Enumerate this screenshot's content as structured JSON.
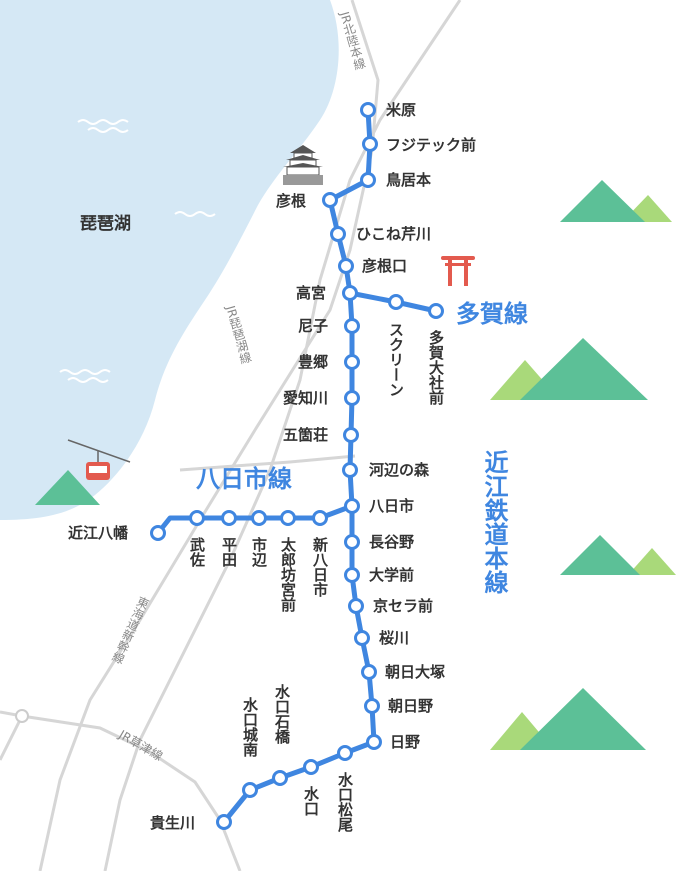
{
  "lake_name": "琵琶湖",
  "jr_lines": {
    "hokuriku": "JR北陸本線",
    "biwako": "JR琵琶湖線",
    "tokaido": "東海道新幹線",
    "kusatsu": "JR草津線"
  },
  "line_names": {
    "main": "近江鉄道本線",
    "taga": "多賀線",
    "yokaichi": "八日市線"
  },
  "colors": {
    "line": "#3f86e0",
    "lake": "#d5e8f5",
    "jr": "#d6d6d6",
    "mountain": "#5cc097",
    "mountain_light": "#a9d97a",
    "torii": "#e35a4e"
  },
  "stations": {
    "maibara": "米原",
    "fujitec": "フジテック前",
    "toriimoto": "鳥居本",
    "hikone": "彦根",
    "serikawa": "ひこね芹川",
    "hikoneguchi": "彦根口",
    "takamiya": "高宮",
    "amago": "尼子",
    "toyosato": "豊郷",
    "echigawa": "愛知川",
    "gokasho": "五箇荘",
    "kawabe": "河辺の森",
    "yokaichi": "八日市",
    "hase": "長谷野",
    "daigaku": "大学前",
    "kyocera": "京セラ前",
    "sakuragawa": "桜川",
    "asahiotsuka": "朝日大塚",
    "asahino": "朝日野",
    "hino": "日野",
    "minakuchimatsuo": "水口松尾",
    "minakuchi": "水口",
    "minakuchiishibashi": "水口石橋",
    "minakuchijonan": "水口城南",
    "kibukawa": "貴生川",
    "screen": "スクリーン",
    "tagataisha": "多賀大社前",
    "omihachiman": "近江八幡",
    "musa": "武佐",
    "hirata": "平田",
    "ichinobe": "市辺",
    "taroubougu": "太郎坊宮前",
    "shinyokaichi": "新八日市"
  },
  "icons": [
    "castle-icon",
    "torii-icon",
    "ropeway-icon",
    "mountain-icon"
  ]
}
